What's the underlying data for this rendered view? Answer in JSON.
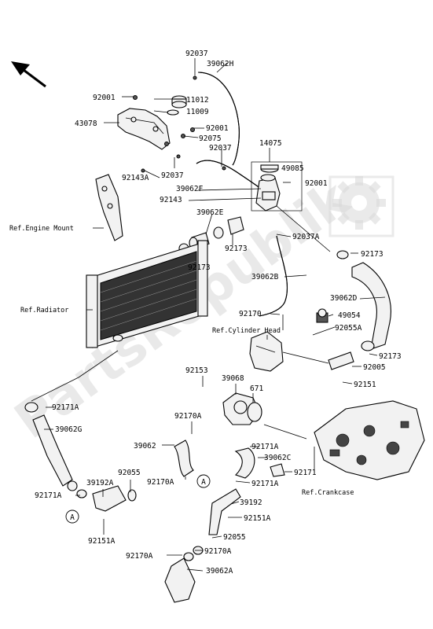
{
  "watermark": "PartsRepublik",
  "labels": {
    "p92037_top": "92037",
    "p39062H": "39062H",
    "p92001_a": "92001",
    "p11012": "11012",
    "p11009": "11009",
    "p43078": "43078",
    "p92001_b": "92001",
    "p92075": "92075",
    "p92037_mid": "92037",
    "p14075": "14075",
    "p92143A": "92143A",
    "p92037_low": "92037",
    "p49085": "49085",
    "p92001_c": "92001",
    "p39062F": "39062F",
    "p92143": "92143",
    "p39062E": "39062E",
    "p92037A": "92037A",
    "p92173_a": "92173",
    "p92173_b": "92173",
    "p92173_c": "92173",
    "p39062B": "39062B",
    "p39062D": "39062D",
    "p92170_a": "92170",
    "p49054": "49054",
    "p92055A": "92055A",
    "p92173_d": "92173",
    "p92005": "92005",
    "p92151_a": "92151",
    "p92153": "92153",
    "p39068": "39068",
    "p671": "671",
    "p92171A_a": "92171A",
    "p39062G": "39062G",
    "p92170A_a": "92170A",
    "p39062": "39062",
    "p92171A_b": "92171A",
    "p39062C": "39062C",
    "p92171": "92171",
    "p92170A_b": "92170A",
    "p92171A_c": "92171A",
    "p92055_a": "92055",
    "p39192A": "39192A",
    "p92171A_d": "92171A",
    "p39192": "39192",
    "p92151A_a": "92151A",
    "p92055_b": "92055",
    "p92151A_b": "92151A",
    "p92170A_c": "92170A",
    "p92170A_d": "92170A",
    "p39062A": "39062A"
  },
  "refs": {
    "engine_mount": "Ref.Engine Mount",
    "radiator": "Ref.Radiator",
    "cylinder_head": "Ref.Cylinder Head",
    "crankcase": "Ref.Crankcase"
  },
  "markers": {
    "a1": "A",
    "a2": "A"
  },
  "icons": {
    "direction_arrow": "front-arrow-icon",
    "gear": "gear-icon"
  }
}
